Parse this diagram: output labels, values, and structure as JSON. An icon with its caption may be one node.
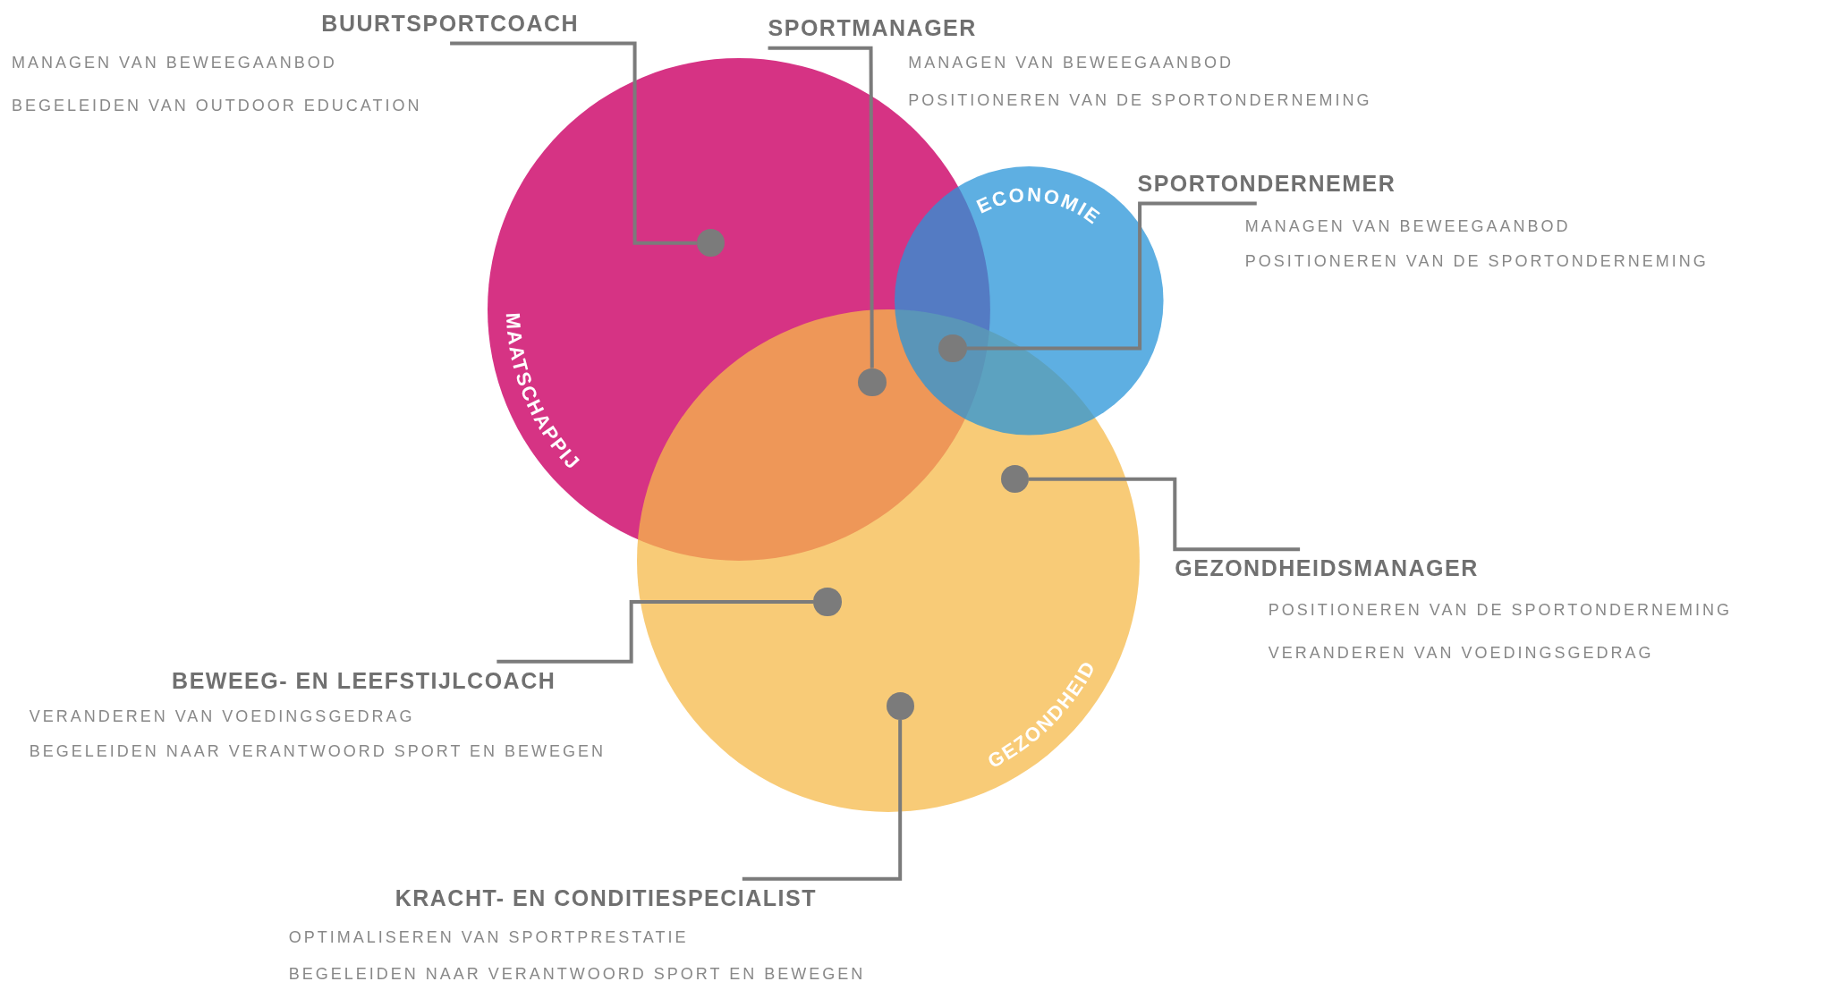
{
  "diagram": {
    "nodes": [
      {
        "text": [
          "MAATSCHAPPIJ"
        ]
      },
      {
        "text": [
          "ECONOMIE"
        ]
      },
      {
        "text": [
          "GEZONDHEID"
        ]
      },
      {
        "text": [
          "BUURTSPORTCOACH"
        ],
        "beside": [
          "MANAGEN VAN BEWEEGAANBOD",
          "BEGELEIDEN VAN OUTDOOR EDUCATION"
        ]
      },
      {
        "text": [
          "SPORTMANAGER"
        ],
        "beside": [
          "MANAGEN VAN BEWEEGAANBOD",
          "POSITIONEREN VAN DE SPORTONDERNEMING"
        ]
      },
      {
        "text": [
          "SPORTONDERNEMER"
        ],
        "beside": [
          "MANAGEN VAN BEWEEGAANBOD",
          "POSITIONEREN VAN DE SPORTONDERNEMING"
        ]
      },
      {
        "text": [
          "GEZONDHEIDSMANAGER"
        ],
        "beside": [
          "POSITIONEREN VAN DE SPORTONDERNEMING",
          "VERANDEREN VAN VOEDINGSGEDRAG"
        ]
      },
      {
        "text": [
          "BEWEEG- EN LEEFSTIJLCOACH"
        ],
        "beside": [
          "VERANDEREN VAN VOEDINGSGEDRAG",
          "BEGELEIDEN NAAR VERANTWOORD SPORT EN BEWEGEN"
        ]
      },
      {
        "text": [
          "KRACHT- EN CONDITIESPECIALIST"
        ],
        "beside": [
          "OPTIMALISEREN VAN SPORTPRESTATIE",
          "BEGELEIDEN NAAR VERANTWOORD SPORT EN BEWEGEN"
        ]
      },
      {
        "text": [],
        "shape": "circle",
        "in": 0
      },
      {
        "text": [],
        "shape": "circle"
      },
      {
        "text": [],
        "shape": "circle"
      },
      {
        "text": [],
        "shape": "circle",
        "in": 2
      },
      {
        "text": [],
        "shape": "circle",
        "in": 2
      },
      {
        "text": [],
        "shape": "circle",
        "in": 2
      }
    ],
    "edges": [
      {
        "from": 3,
        "to": 9,
        "arrow": "none"
      },
      {
        "from": 4,
        "to": 11,
        "arrow": "none"
      },
      {
        "from": 5,
        "to": 10,
        "arrow": "none"
      },
      {
        "from": 6,
        "to": 12,
        "arrow": "none"
      },
      {
        "from": 7,
        "to": 13,
        "arrow": "none"
      },
      {
        "from": 8,
        "to": 14,
        "arrow": "none"
      }
    ]
  }
}
